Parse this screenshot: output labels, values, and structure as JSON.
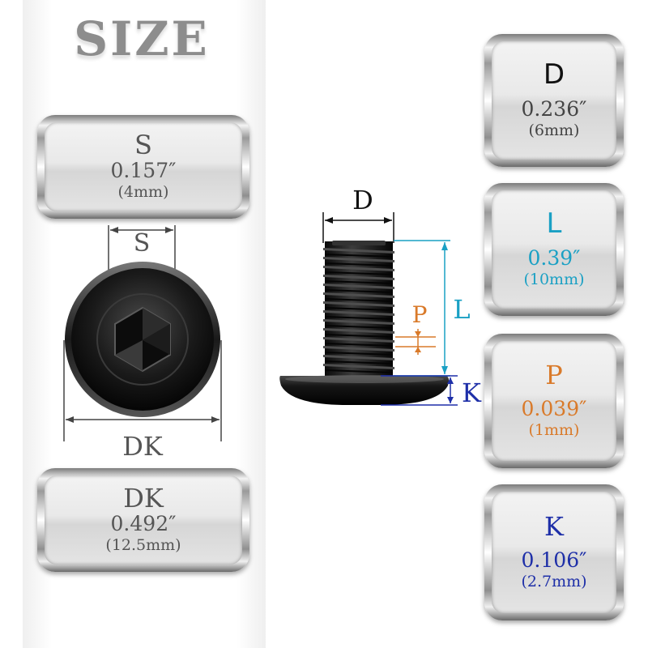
{
  "title": "SIZE",
  "colors": {
    "d": "#111111",
    "l": "#1aa0c4",
    "p": "#d97a2a",
    "k": "#1e2fa8",
    "gray_text": "#555555"
  },
  "left_specs": {
    "s": {
      "symbol": "S",
      "inch": "0.157″",
      "mm": "(4mm)"
    },
    "dk": {
      "symbol": "DK",
      "inch": "0.492″",
      "mm": "(12.5mm)"
    }
  },
  "head_diagram": {
    "s_label": "S",
    "dk_label": "DK"
  },
  "side_diagram": {
    "d_label": "D",
    "l_label": "L",
    "p_label": "P",
    "k_label": "K"
  },
  "right_specs": {
    "d": {
      "symbol": "D",
      "inch": "0.236″",
      "mm": "(6mm)"
    },
    "l": {
      "symbol": "L",
      "inch": "0.39″",
      "mm": "(10mm)"
    },
    "p": {
      "symbol": "P",
      "inch": "0.039″",
      "mm": "(1mm)"
    },
    "k": {
      "symbol": "K",
      "inch": "0.106″",
      "mm": "(2.7mm)"
    }
  }
}
